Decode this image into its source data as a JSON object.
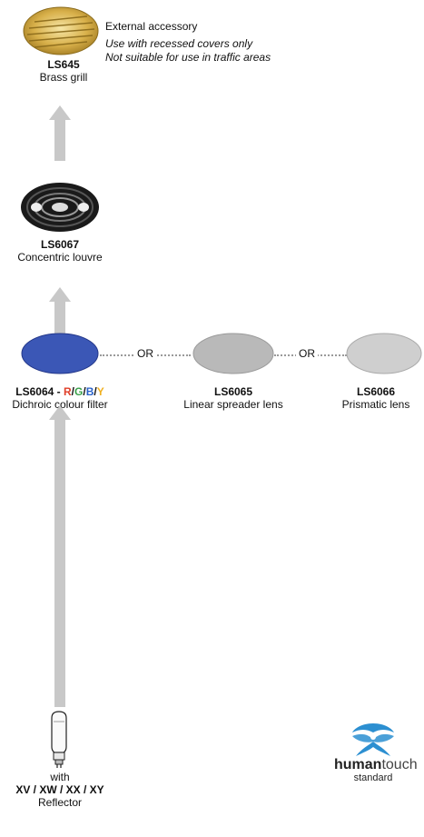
{
  "grill": {
    "heading": "External accessory",
    "note1": "Use with recessed covers only",
    "note2": "Not suitable for use in traffic areas",
    "code": "LS645",
    "name": "Brass grill"
  },
  "louvre": {
    "code": "LS6067",
    "name": "Concentric louvre"
  },
  "filter": {
    "code_prefix": "LS6064 - ",
    "r": "R",
    "g": "G",
    "b": "B",
    "y": "Y",
    "slash": "/",
    "name": "Dichroic colour filter"
  },
  "or_label": "OR",
  "spreader": {
    "code": "LS6065",
    "name": "Linear spreader lens"
  },
  "prismatic": {
    "code": "LS6066",
    "name": "Prismatic lens"
  },
  "lamp": {
    "with": "with",
    "codes": "XV / XW / XX / XY",
    "name": "Reflector"
  },
  "logo": {
    "brand_bold": "human",
    "brand_light": "touch",
    "sub": "standard"
  },
  "colors": {
    "grill_gold": "#d8b04a",
    "filter_blue": "#3b57b6",
    "lens_grey": "#b9b9b9",
    "prismatic_grey": "#cfcfcf",
    "arrow_grey": "#c8c8c8",
    "logo_blue": "#2c8fd1"
  }
}
